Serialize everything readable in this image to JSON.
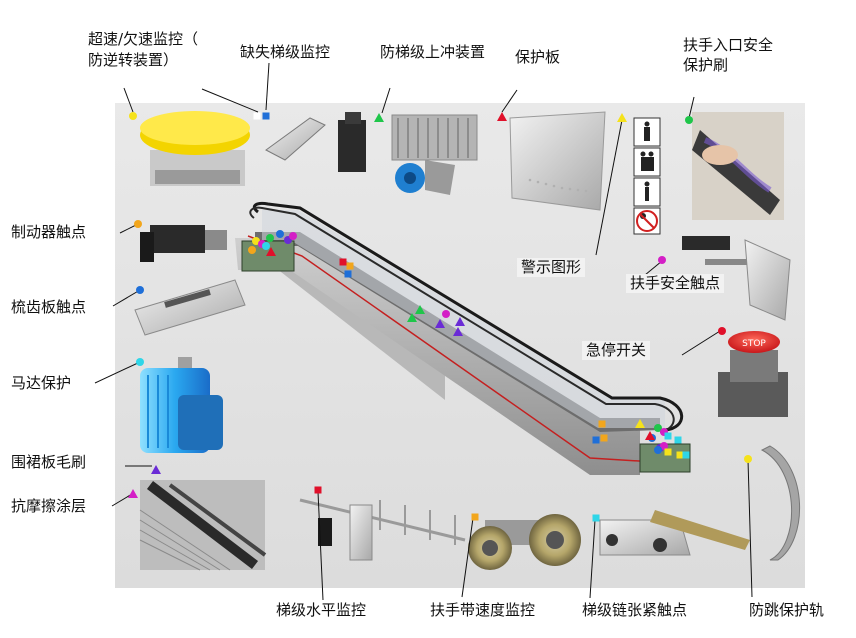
{
  "labels": {
    "overspeed_1": "超速/欠速监控（",
    "overspeed_2": "防逆转装置）",
    "missing_step": "缺失梯级监控",
    "step_upthrust": "防梯级上冲装置",
    "guard_plate": "保护板",
    "handrail_entry_1": "扶手入口安全",
    "handrail_entry_2": "保护刷",
    "brake_contact": "制动器触点",
    "comb_plate": "梳齿板触点",
    "motor_protection": "马达保护",
    "skirt_brush": "围裙板毛刷",
    "antifriction": "抗摩擦涂层",
    "warning_signs": "警示图形",
    "handrail_contact": "扶手安全触点",
    "emergency_stop": "急停开关",
    "step_level": "梯级水平监控",
    "handrail_speed": "扶手带速度监控",
    "chain_tension": "梯级链张紧触点",
    "anti_jump_rail": "防跳保护轨"
  },
  "stop_button_text": "STOP",
  "marker_colors": {
    "yellow": "#f5e21b",
    "blue": "#1f6fd8",
    "green": "#1fc64a",
    "red": "#e0102a",
    "orange": "#f2a61c",
    "purple": "#6a2bd6",
    "magenta": "#d41fc6",
    "cyan": "#2fd6e8"
  }
}
